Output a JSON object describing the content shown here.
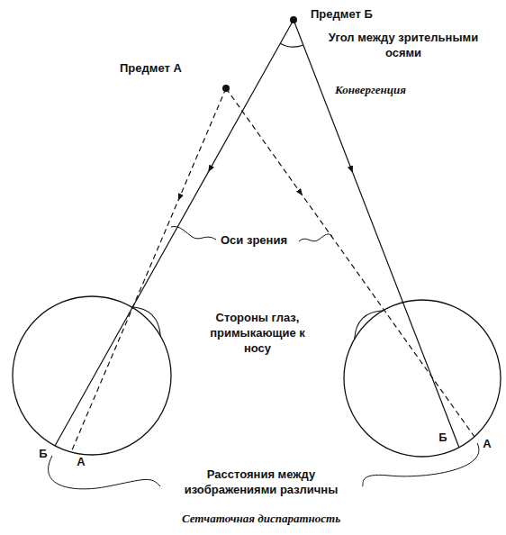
{
  "diagram": {
    "labels": [
      "Предмет Б",
      "Угол между зрительными осями",
      "Конвергенция",
      "Предмет А",
      "Оси зрения",
      "Стороны глаз, примыкающие к носу",
      "Б",
      "А",
      "Б",
      "А",
      "Расстояния между изображениями различны",
      "Сетчаточная диспаратность"
    ]
  }
}
